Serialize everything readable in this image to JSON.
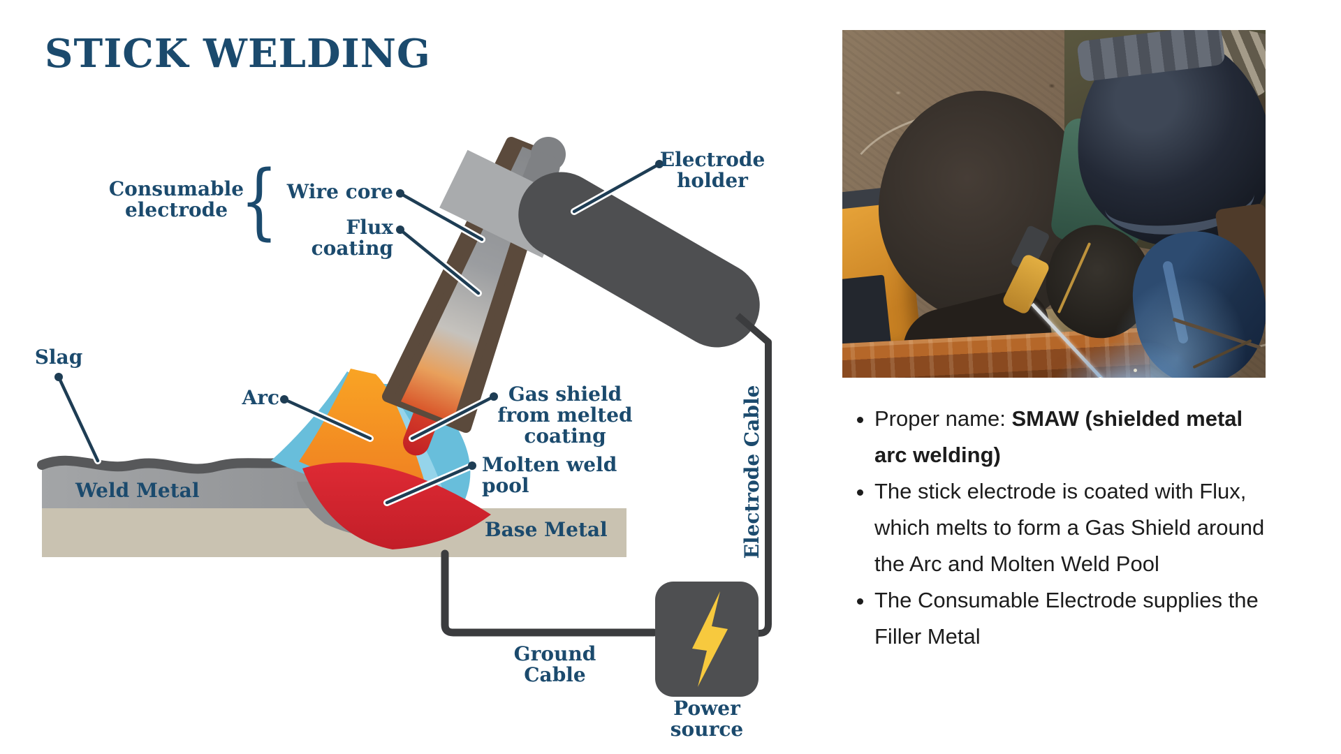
{
  "diagram": {
    "title": "STICK WELDING",
    "brace": "{",
    "labels": {
      "consumable_electrode": "Consumable electrode",
      "wire_core": "Wire core",
      "flux_coating": "Flux coating",
      "electrode_holder": "Electrode holder",
      "slag": "Slag",
      "arc": "Arc",
      "gas_shield": "Gas shield from melted coating",
      "molten_weld_pool": "Molten weld pool",
      "weld_metal": "Weld Metal",
      "base_metal": "Base Metal",
      "electrode_cable": "Electrode Cable",
      "ground_cable": "Ground Cable",
      "power_source": "Power source"
    }
  },
  "panel": {
    "bullets": [
      {
        "prefix": "Proper name: ",
        "bold": "SMAW (shielded metal arc welding)",
        "text": ""
      },
      {
        "prefix": "",
        "bold": "",
        "text": "The stick electrode is coated with Flux, which melts to form a Gas Shield around the Arc and Molten Weld Pool"
      },
      {
        "prefix": "",
        "bold": "",
        "text": "The Consumable Electrode supplies the Filler Metal"
      }
    ]
  },
  "colors": {
    "navy": "#1b4a6d",
    "leader": "#1e3d54",
    "body_text": "#1c1c1c",
    "shield_blue": "#68bedb",
    "shield_blue_light": "#95d4ea",
    "orange_hi": "#f9a424",
    "orange_lo": "#ee7a21",
    "pool_red": "#d4232e",
    "slag": "#57585a",
    "weld_gray": "#97999c",
    "under_pool_gray": "#8b8d8f",
    "base_metal": "#c9c2b1",
    "flux_brown": "#5b4a3c",
    "core_gray": "#87898c",
    "bare_gray": "#a9abad",
    "stub_gray": "#7f8184",
    "holder_gray": "#4e4f51",
    "cable": "#3b3c3e",
    "bolt_yellow": "#f7c93e"
  }
}
